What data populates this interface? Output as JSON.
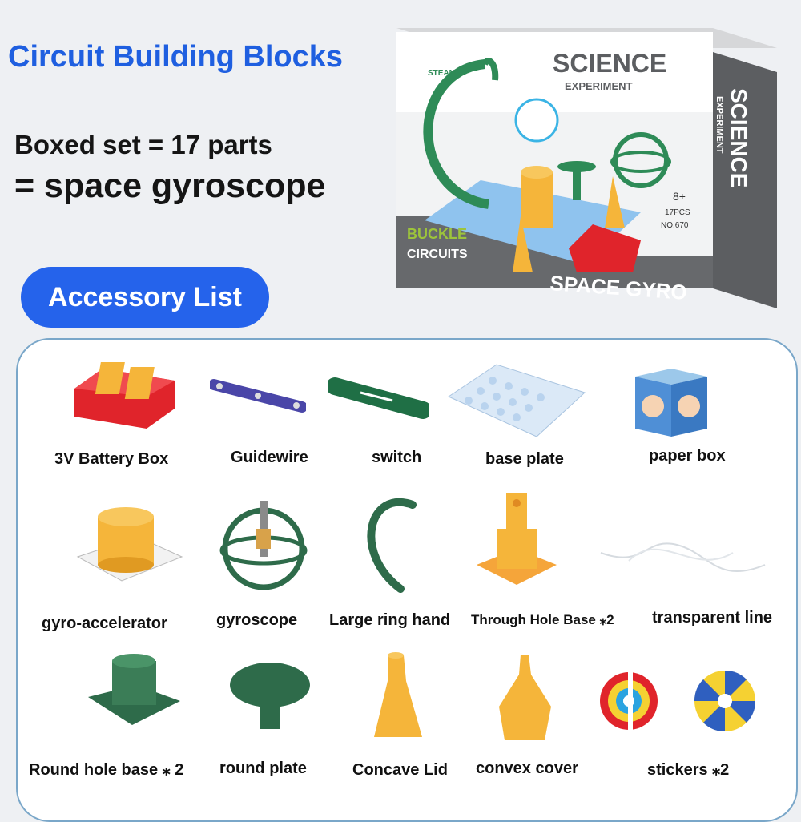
{
  "header": {
    "title": "Circuit Building Blocks",
    "line1": "Boxed set = 17 parts",
    "line2": "= space gyroscope",
    "section_badge": "Accessory List"
  },
  "package": {
    "brand": "SCIENCE",
    "brand_sub": "EXPERIMENT",
    "side_brand": "SCIENCE",
    "side_sub": "EXPERIMENT",
    "badge": "STEAM",
    "series_line1": "BUCKLE",
    "series_line2": "CIRCUITS",
    "product_name": "SPACE GYRO",
    "age": "8+",
    "pcs": "17PCS",
    "model": "NO.670"
  },
  "accessories": [
    {
      "label": "3V Battery Box",
      "icon": "battery-box-icon"
    },
    {
      "label": "Guidewire",
      "icon": "guidewire-icon"
    },
    {
      "label": "switch",
      "icon": "switch-icon"
    },
    {
      "label": "base plate",
      "icon": "base-plate-icon"
    },
    {
      "label": "paper box",
      "icon": "paper-box-icon"
    },
    {
      "label": "gyro-accelerator",
      "icon": "gyro-accelerator-icon"
    },
    {
      "label": "gyroscope",
      "icon": "gyroscope-icon"
    },
    {
      "label": "Large ring hand",
      "icon": "large-ring-hand-icon"
    },
    {
      "label": "Through Hole Base ⁎2",
      "icon": "through-hole-base-icon"
    },
    {
      "label": "transparent line",
      "icon": "transparent-line-icon"
    },
    {
      "label": "Round hole base ⁎ 2",
      "icon": "round-hole-base-icon"
    },
    {
      "label": "round plate",
      "icon": "round-plate-icon"
    },
    {
      "label": "Concave Lid",
      "icon": "concave-lid-icon"
    },
    {
      "label": "convex cover",
      "icon": "convex-cover-icon"
    },
    {
      "label": "stickers   ⁎2",
      "icon": "stickers-icon"
    }
  ],
  "colors": {
    "title_blue": "#1f5fe0",
    "badge_blue": "#2563eb",
    "panel_border": "#7aa7c9",
    "part_green": "#2e8b57",
    "part_yellow": "#f5b53a",
    "part_red": "#e0242b"
  }
}
